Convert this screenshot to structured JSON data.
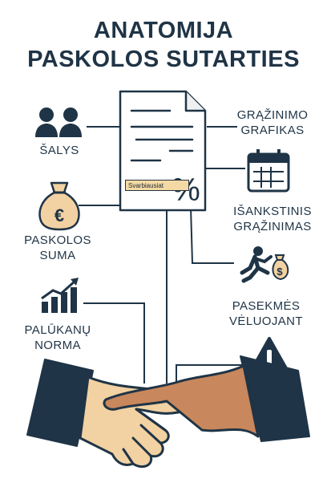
{
  "title": {
    "line1": "ANATOMIJA",
    "line2": "PASKOLOS SUTARTIES"
  },
  "document": {
    "badge_text": "Svarbiausiat"
  },
  "labels": {
    "salys": "ŠALYS",
    "paskolos_suma_1": "PASKOLOS",
    "paskolos_suma_2": "SUMA",
    "palukanu_norma_1": "PALŪKANŲ",
    "palukanu_norma_2": "NORMA",
    "grazinimo_grafikas_1": "GRĄŽINIMO",
    "grazinimo_grafikas_2": "GRAFIKAS",
    "isankstinis_1": "IŠANKSTINIS",
    "isankstinis_2": "GRĄŽINIMAS",
    "pasekmes_1": "PASEKMĖS",
    "pasekmes_2": "VĖLUOJANT"
  },
  "icons": {
    "people": "people-icon",
    "money_bag": "euro-money-bag-icon",
    "chart": "growth-chart-icon",
    "calendar": "calendar-icon",
    "runner": "running-man-money-icon",
    "warning": "warning-icon",
    "document": "document-percent-icon",
    "handshake": "handshake-icon"
  },
  "colors": {
    "navy": "#1f3446",
    "tan": "#f2d1a2",
    "brown": "#c8875c"
  }
}
